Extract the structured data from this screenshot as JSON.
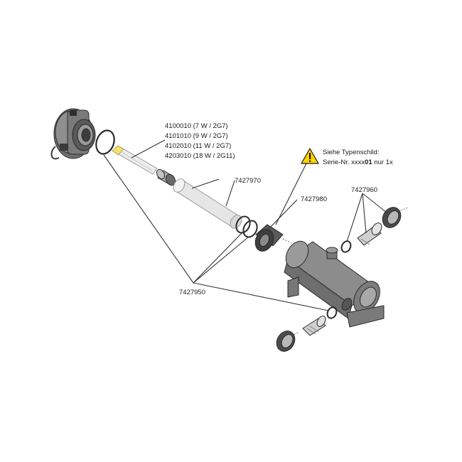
{
  "colors": {
    "background": "#ffffff",
    "body_gray": "#8a8a8a",
    "dark_gray": "#4a4a4a",
    "light_gray": "#d6d6d6",
    "lamp_yellow": "#f2e27a",
    "warning_yellow": "#ffd200",
    "line": "#333333"
  },
  "labels": {
    "lamp_variants": [
      "4100010 (7 W / 2G7)",
      "4101010 (9 W / 2G7)",
      "4102010 (11 W / 2G7)",
      "4203010 (18 W / 2G11)"
    ],
    "glass_tube": "7427970",
    "lamp_holder": "7427980",
    "right_connector": "7427960",
    "o_rings": "7427950",
    "warning_line1": "Siehe Typenschild:",
    "warning_line2_prefix": "Serie-Nr. xxxx",
    "warning_line2_bold": "01",
    "warning_line2_suffix": " nur 1x"
  },
  "icons": {
    "warning": "warning-triangle-icon"
  }
}
